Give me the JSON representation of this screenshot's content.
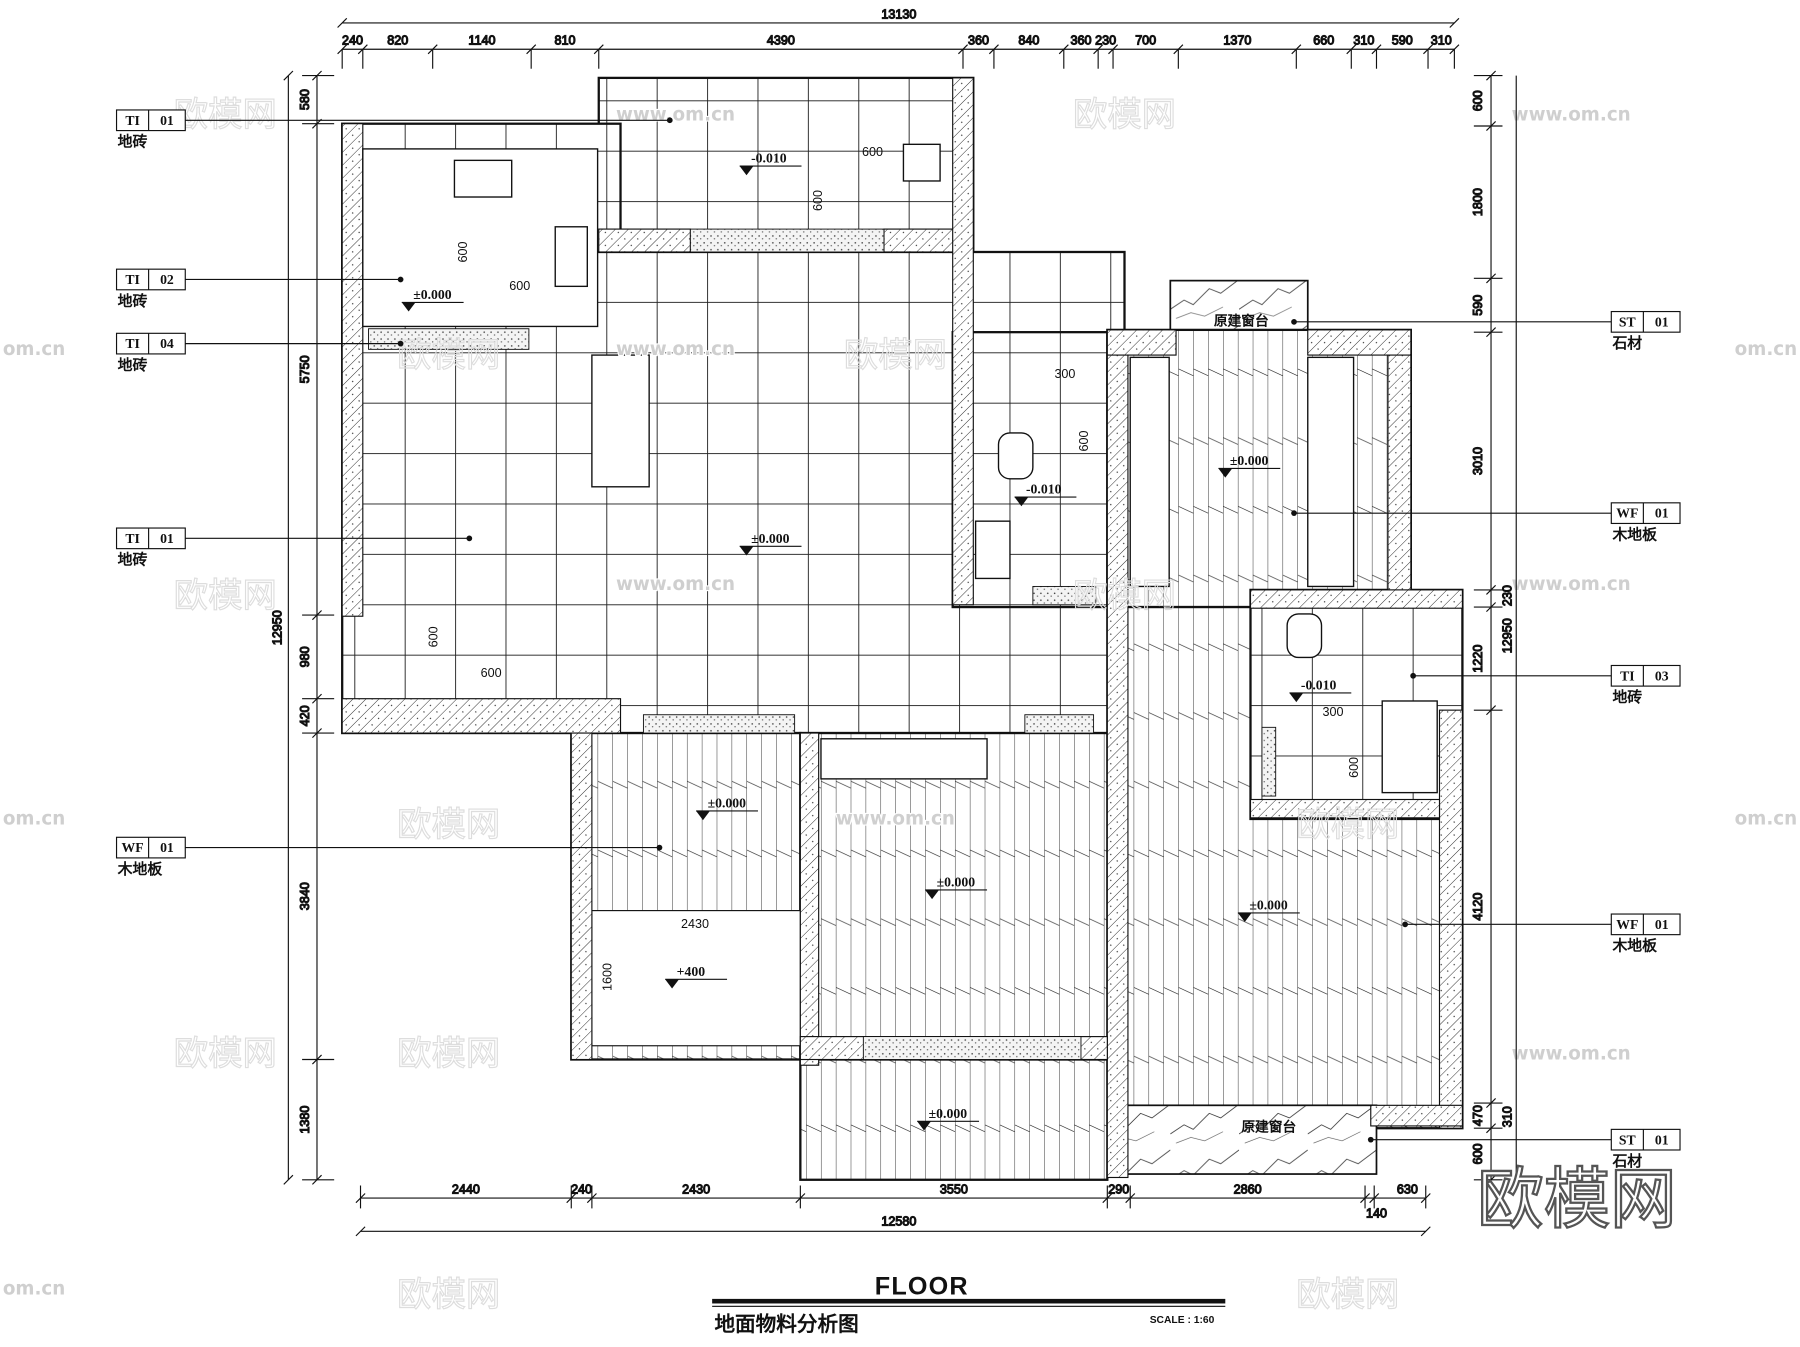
{
  "title": {
    "heading": "FLOOR",
    "subtitle": "地面物料分析图",
    "scale": "SCALE : 1:60"
  },
  "dims": {
    "top_total": "13130",
    "top": [
      "240",
      "820",
      "1140",
      "810",
      "4390",
      "360",
      "840",
      "360",
      "230",
      "700",
      "1370",
      "660",
      "310",
      "590",
      "310"
    ],
    "left": [
      "580",
      "5750",
      "980",
      "420",
      "3840",
      "1380"
    ],
    "left_total": "12950",
    "right": [
      "600",
      "1800",
      "590",
      "3010",
      "1220",
      "4120",
      "470",
      "600"
    ],
    "right_outer": [
      "230",
      "12950",
      "310"
    ],
    "bottom": [
      "2440",
      "240",
      "2430",
      "3550",
      "290",
      "2860",
      "140",
      "630"
    ],
    "bottom_total": "12580"
  },
  "tags": {
    "left": [
      {
        "code": "TI",
        "num": "01",
        "material": "地砖"
      },
      {
        "code": "TI",
        "num": "02",
        "material": "地砖"
      },
      {
        "code": "TI",
        "num": "04",
        "material": "地砖"
      },
      {
        "code": "TI",
        "num": "01",
        "material": "地砖"
      },
      {
        "code": "WF",
        "num": "01",
        "material": "木地板"
      }
    ],
    "right": [
      {
        "code": "ST",
        "num": "01",
        "material": "石材"
      },
      {
        "code": "WF",
        "num": "01",
        "material": "木地板"
      },
      {
        "code": "TI",
        "num": "03",
        "material": "地砖"
      },
      {
        "code": "WF",
        "num": "01",
        "material": "木地板"
      },
      {
        "code": "ST",
        "num": "01",
        "material": "石材"
      }
    ]
  },
  "elevations": [
    "-0.010",
    "±0.000",
    "±0.000",
    "-0.010",
    "±0.000",
    "-0.010",
    "±0.000",
    "±0.000",
    "+400",
    "±0.000",
    "±0.000"
  ],
  "window_labels": [
    "原建窗台",
    "原建窗台"
  ],
  "inner_dims": [
    "600",
    "600",
    "600",
    "600",
    "300",
    "600",
    "600",
    "600",
    "300",
    "600",
    "2430",
    "1600"
  ],
  "watermarks": {
    "logo": "欧模网",
    "url": "www.om.cn",
    "partial_url": "om.cn"
  }
}
